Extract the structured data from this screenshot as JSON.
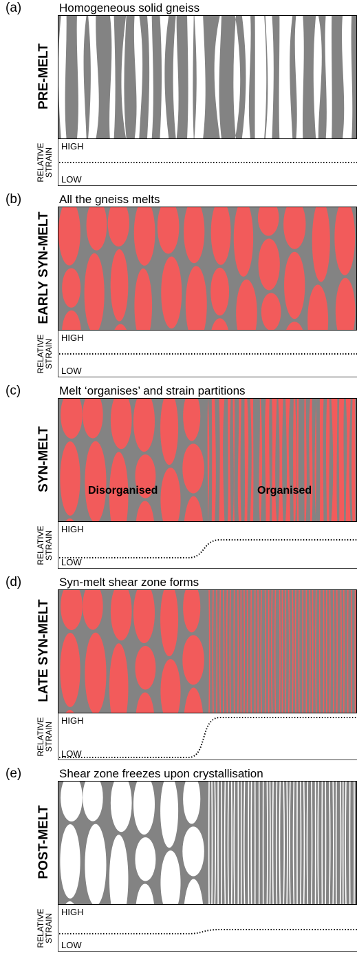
{
  "colors": {
    "gneiss": "#838383",
    "melt": "#f25b5b",
    "solid": "#ffffff"
  },
  "strain_axis": {
    "label_line1": "RELATIVE",
    "label_line2": "STRAIN",
    "high": "HIGH",
    "low": "LOW"
  },
  "panels": [
    {
      "label": "(a)",
      "stage": "PRE-MELT",
      "title": "Homogeneous solid gneiss"
    },
    {
      "label": "(b)",
      "stage": "EARLY SYN-MELT",
      "title": "All the gneiss melts"
    },
    {
      "label": "(c)",
      "stage": "SYN-MELT",
      "title": "Melt ‘organises’ and strain partitions",
      "left_zone": "Disorganised",
      "right_zone": "Organised"
    },
    {
      "label": "(d)",
      "stage": "LATE SYN-MELT",
      "title": "Syn-melt shear zone forms"
    },
    {
      "label": "(e)",
      "stage": "POST-MELT",
      "title": "Shear zone freezes upon crystallisation"
    }
  ]
}
